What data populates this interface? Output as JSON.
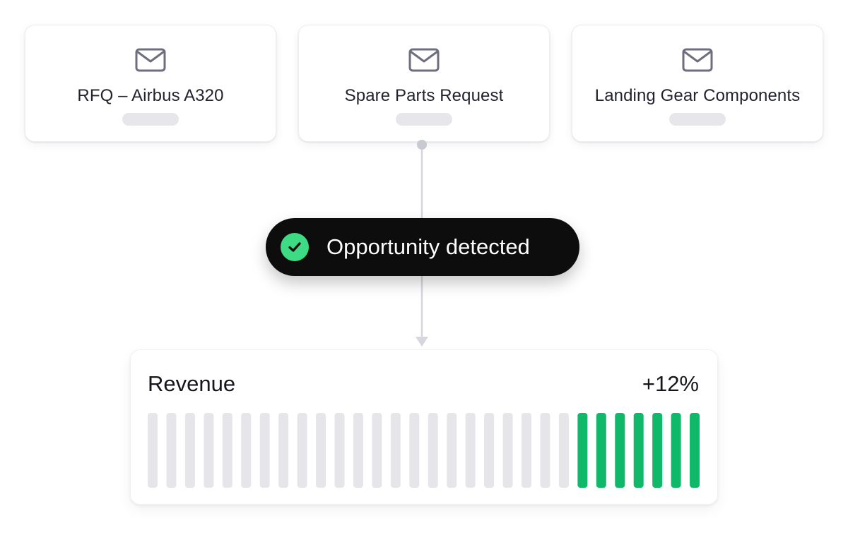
{
  "cards": [
    {
      "title": "RFQ – Airbus A320",
      "icon": "mail-icon"
    },
    {
      "title": "Spare Parts Request",
      "icon": "mail-icon"
    },
    {
      "title": "Landing Gear Components",
      "icon": "mail-icon"
    }
  ],
  "opportunity": {
    "label": "Opportunity detected",
    "icon": "check-circle-icon",
    "icon_color": "#3ddc84"
  },
  "revenue": {
    "title": "Revenue",
    "change": "+12%",
    "total_bars": 30,
    "active_bars": 7,
    "colors": {
      "active": "#10b96a",
      "inactive": "#e6e6ea"
    }
  }
}
